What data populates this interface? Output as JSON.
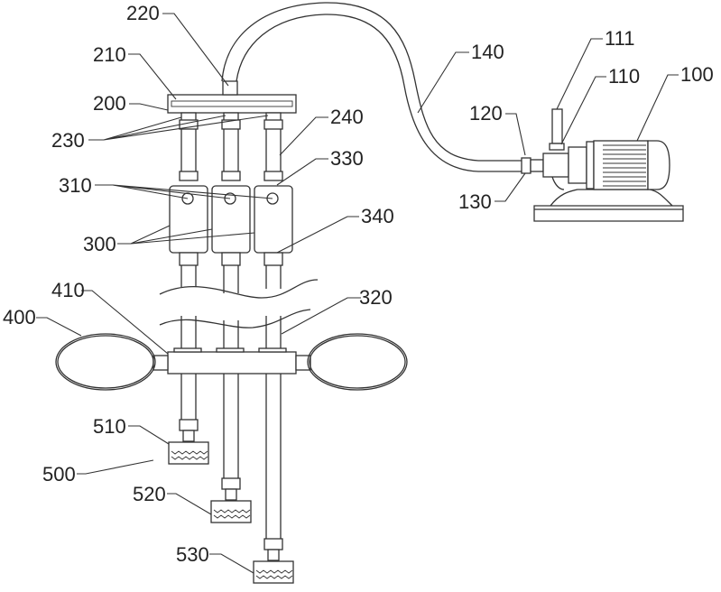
{
  "figure": {
    "description": "Patent drawing of pump-fed multi-outlet spray/dispensing apparatus",
    "labels": {
      "l100": "100",
      "l110": "110",
      "l111": "111",
      "l120": "120",
      "l130": "130",
      "l140": "140",
      "l200": "200",
      "l210": "210",
      "l220": "220",
      "l230": "230",
      "l240": "240",
      "l300": "300",
      "l310": "310",
      "l320": "320",
      "l330": "330",
      "l340": "340",
      "l400": "400",
      "l410": "410",
      "l500": "500",
      "l510": "510",
      "l520": "520",
      "l530": "530"
    },
    "line_color": "#333333",
    "background": "#ffffff"
  }
}
